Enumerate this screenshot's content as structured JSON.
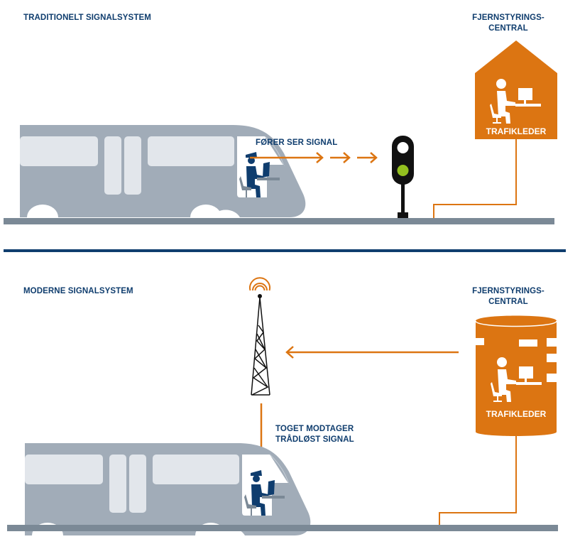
{
  "top_section": {
    "title": "TRADITIONELT SIGNALSYSTEM",
    "center_label_line1": "FJERNSTYRINGS-",
    "center_label_line2": "CENTRAL",
    "operator_label": "TRAFIKLEDER",
    "arrow_label": "FØRER SER SIGNAL",
    "signal_light": {
      "top_lamp": "off",
      "bottom_lamp": "green"
    }
  },
  "bottom_section": {
    "title": "MODERNE SIGNALSYSTEM",
    "center_label_line1": "FJERNSTYRINGS-",
    "center_label_line2": "CENTRAL",
    "operator_label": "TRAFIKLEDER",
    "arrow_label_line1": "TOGET MODTAGER",
    "arrow_label_line2": "TRÅDLØST SIGNAL"
  },
  "colors": {
    "orange": "#dc7512",
    "navy": "#0f3d6e",
    "train_gray": "#a1acb8",
    "window_light": "#e2e6eb",
    "track_gray": "#7b8996",
    "signal_green": "#93c01f",
    "divider": "#0f3d6e"
  }
}
